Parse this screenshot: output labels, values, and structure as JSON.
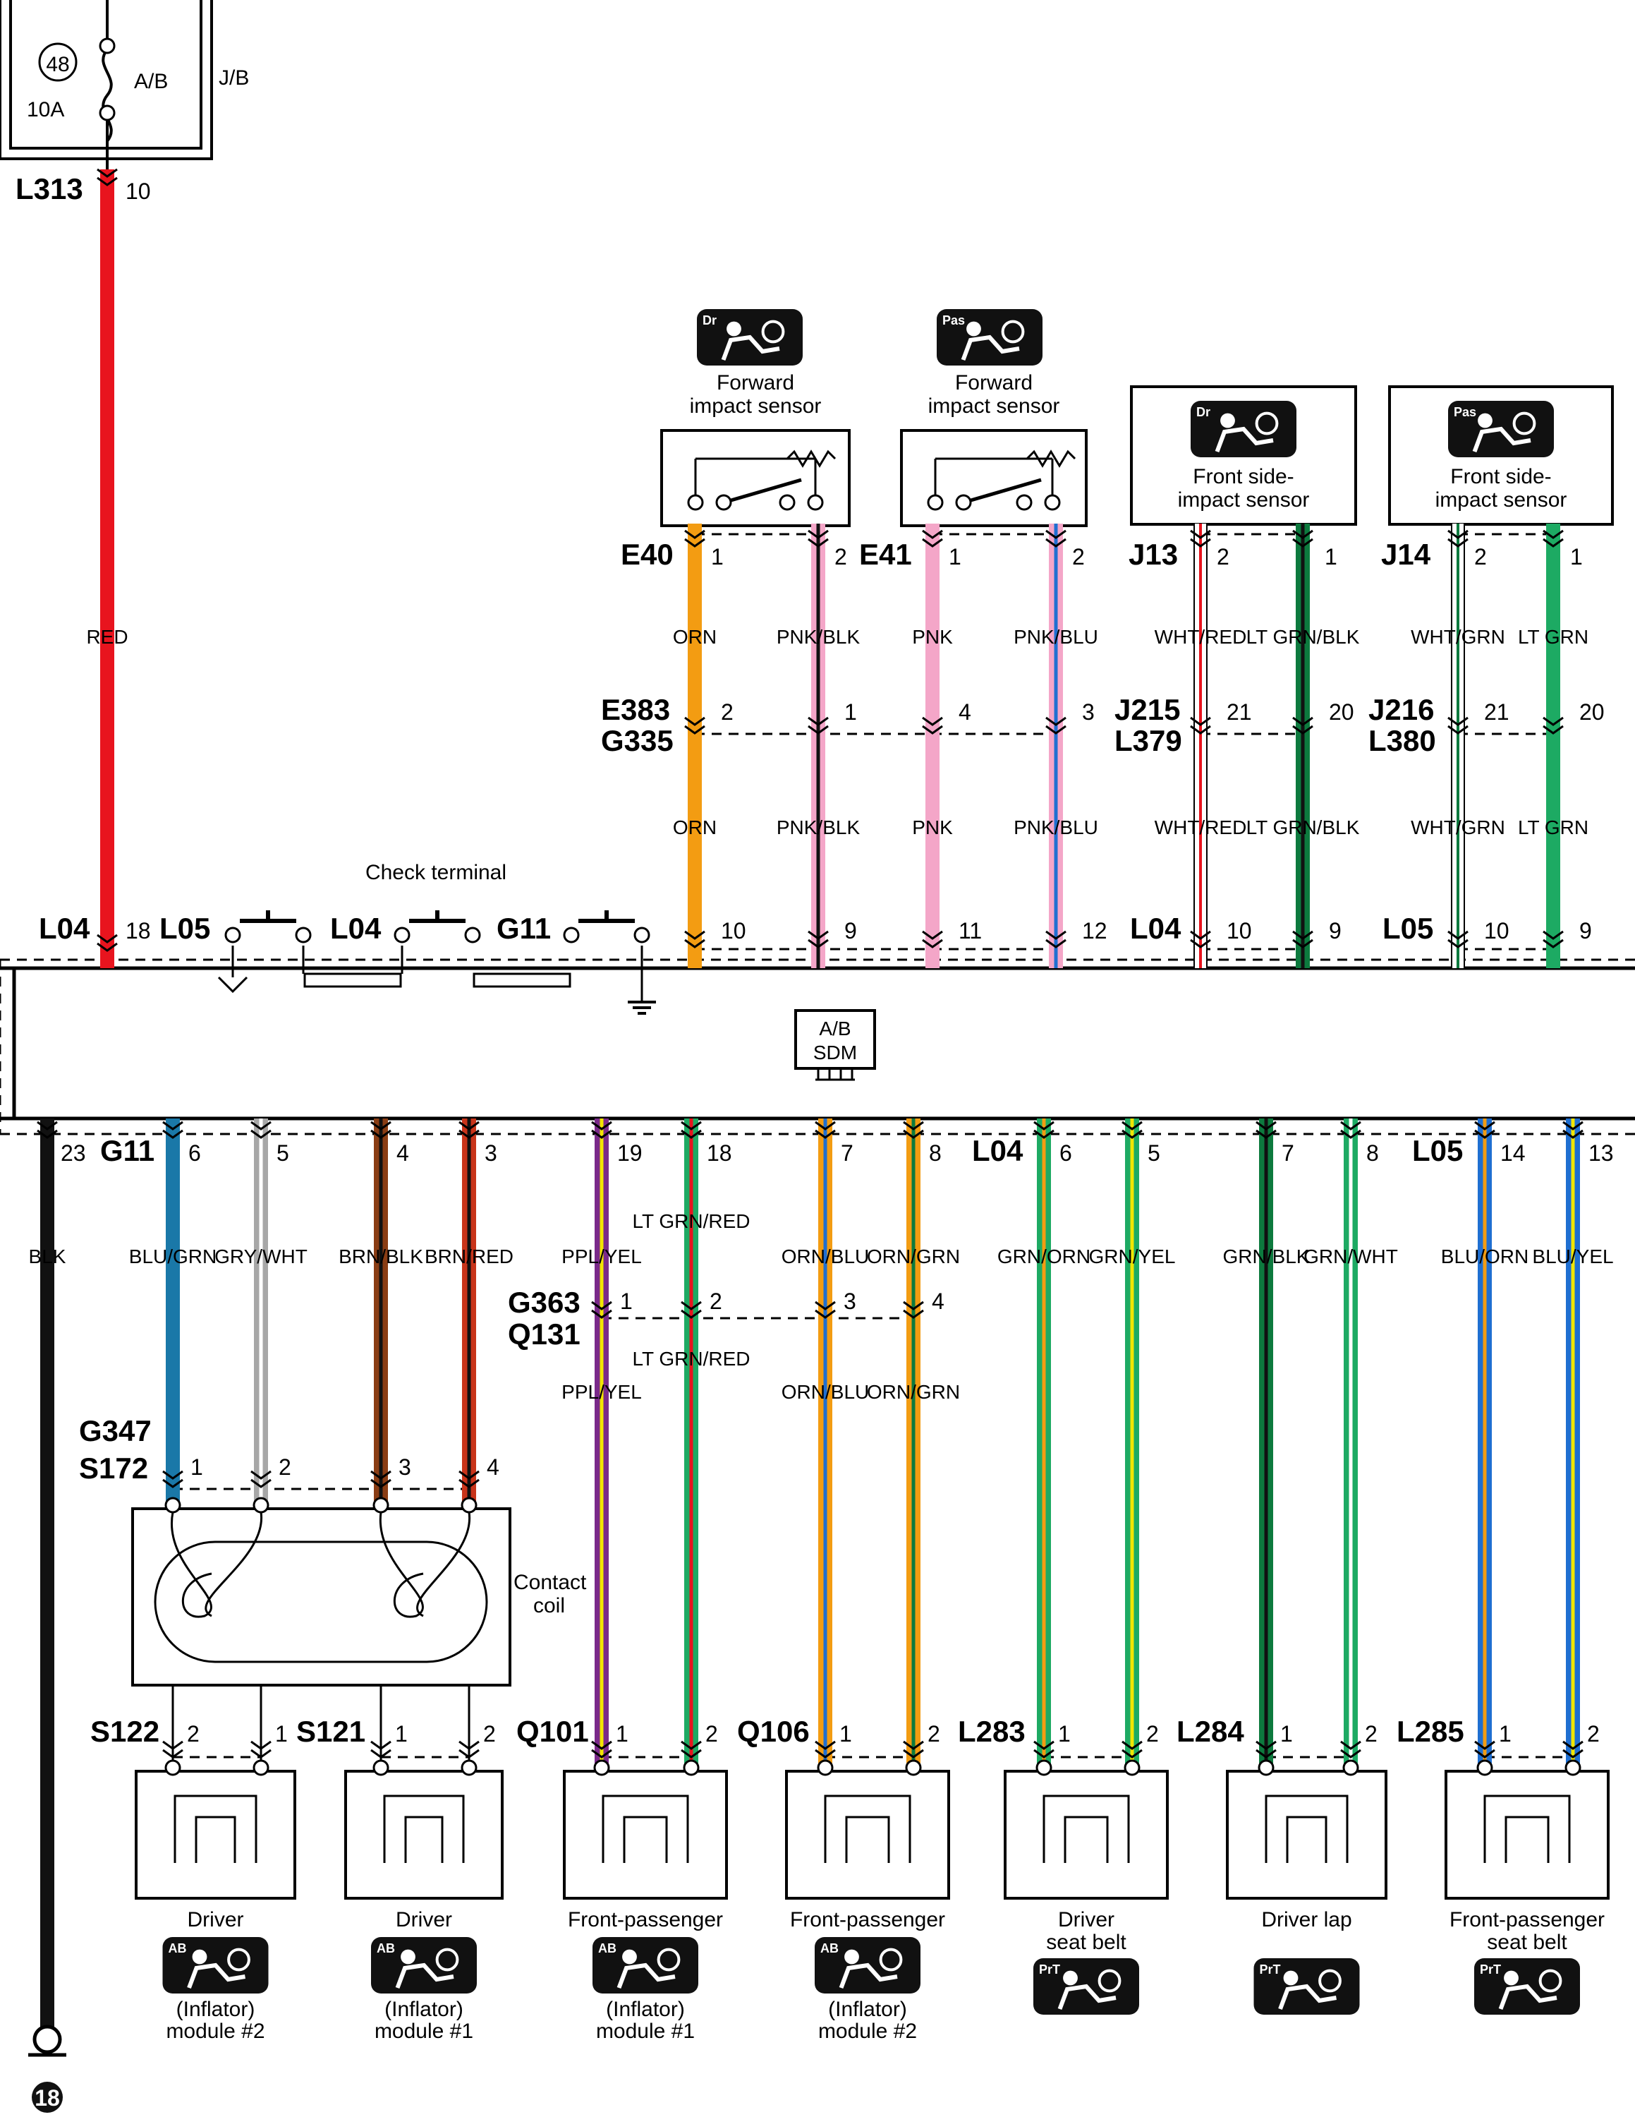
{
  "fuse": {
    "number": "48",
    "rating": "10A",
    "name": "A/B",
    "box": "J/B"
  },
  "feed": {
    "connector": "L313",
    "pin": "10",
    "color": "RED",
    "color_hex": "#e8141e"
  },
  "colors": {
    "red": "#e8141e",
    "orange": "#f39c12",
    "pink": "#f4a6c8",
    "blue": "#1f6fd1",
    "green": "#1daa63",
    "dkgreen": "#0d7a3e",
    "brown": "#8a3d14",
    "rust": "#c8341a",
    "purple": "#7a2a8a",
    "yellow": "#f2e600",
    "gray": "#a7a7a7",
    "teal": "#1a78a8",
    "black": "#111111"
  },
  "check_terminal": {
    "label": "Check terminal",
    "connectors": [
      "L05",
      "L04",
      "G11"
    ]
  },
  "sdm": {
    "line1": "A/B",
    "line2": "SDM"
  },
  "sensors": [
    {
      "id": "fwd-dr",
      "title1": "Forward",
      "title2": "impact sensor",
      "badge": "Dr",
      "connector": "E40",
      "pins": [
        "1",
        "2"
      ]
    },
    {
      "id": "fwd-pas",
      "title1": "Forward",
      "title2": "impact sensor",
      "badge": "Pas",
      "connector": "E41",
      "pins": [
        "1",
        "2"
      ]
    },
    {
      "id": "side-dr",
      "title1": "Front side-",
      "title2": "impact sensor",
      "badge": "Dr",
      "connector": "J13",
      "pins": [
        "2",
        "1"
      ]
    },
    {
      "id": "side-pas",
      "title1": "Front side-",
      "title2": "impact sensor",
      "badge": "Pas",
      "connector": "J14",
      "pins": [
        "2",
        "1"
      ]
    }
  ],
  "top_wires": [
    {
      "top_color": "ORN",
      "mid_pin": "2",
      "bottom_color": "ORN",
      "sdm_pin": "10"
    },
    {
      "top_color": "PNK/BLK",
      "mid_pin": "1",
      "bottom_color": "PNK/BLK",
      "sdm_pin": "9"
    },
    {
      "top_color": "PNK",
      "mid_pin": "4",
      "bottom_color": "PNK",
      "sdm_pin": "11"
    },
    {
      "top_color": "PNK/BLU",
      "mid_pin": "3",
      "bottom_color": "PNK/BLU",
      "sdm_pin": "12"
    },
    {
      "top_color": "WHT/RED",
      "mid_pin": "21",
      "bottom_color": "WHT/RED",
      "sdm_pin": "10"
    },
    {
      "top_color": "LT GRN/BLK",
      "mid_pin": "20",
      "bottom_color": "LT GRN/BLK",
      "sdm_pin": "9"
    },
    {
      "top_color": "WHT/GRN",
      "mid_pin": "21",
      "bottom_color": "WHT/GRN",
      "sdm_pin": "10"
    },
    {
      "top_color": "LT GRN",
      "mid_pin": "20",
      "bottom_color": "LT GRN",
      "sdm_pin": "9"
    }
  ],
  "mid_connectors": [
    {
      "line1": "E383",
      "line2": "G335"
    },
    {
      "line1": "J215",
      "line2": "L379"
    },
    {
      "line1": "J216",
      "line2": "L380"
    }
  ],
  "sdm_top": {
    "feed_conn": "L04",
    "feed_pin": "18",
    "c_l04": "L04",
    "c_l05": "L05"
  },
  "sdm_bottom": {
    "gnd_pin": "23",
    "gnd_color": "BLK",
    "g11": "G11",
    "l04": "L04",
    "l05": "L05",
    "pins": [
      "6",
      "5",
      "4",
      "3",
      "19",
      "18",
      "7",
      "8",
      "6",
      "5",
      "7",
      "8",
      "14",
      "13"
    ],
    "colors": [
      "BLU/GRN",
      "GRY/WHT",
      "BRN/BLK",
      "BRN/RED",
      "PPL/YEL",
      "LT GRN/RED",
      "ORN/BLU",
      "ORN/GRN",
      "GRN/ORN",
      "GRN/YEL",
      "GRN/BLK",
      "GRN/WHT",
      "BLU/ORN",
      "BLU/YEL"
    ]
  },
  "g363": {
    "line1": "G363",
    "line2": "Q131",
    "pins": [
      "1",
      "2",
      "3",
      "4"
    ],
    "upper_label": "LT GRN/RED",
    "lower_label": "LT GRN/RED",
    "below": [
      "PPL/YEL",
      "ORN/BLU",
      "ORN/GRN"
    ]
  },
  "g347": {
    "line1": "G347",
    "line2": "S172",
    "pins": [
      "1",
      "2",
      "3",
      "4"
    ]
  },
  "contact_coil": {
    "line1": "Contact",
    "line2": "coil"
  },
  "modules": [
    {
      "conn": "S122",
      "pins": [
        "2",
        "1"
      ],
      "name1": "Driver",
      "name2": "(Inflator)",
      "name3": "module #2",
      "badge": "AB"
    },
    {
      "conn": "S121",
      "pins": [
        "1",
        "2"
      ],
      "name1": "Driver",
      "name2": "(Inflator)",
      "name3": "module #1",
      "badge": "AB"
    },
    {
      "conn": "Q101",
      "pins": [
        "1",
        "2"
      ],
      "name1": "Front-passenger",
      "name2": "(Inflator)",
      "name3": "module #1",
      "badge": "AB"
    },
    {
      "conn": "Q106",
      "pins": [
        "1",
        "2"
      ],
      "name1": "Front-passenger",
      "name2": "(Inflator)",
      "name3": "module #2",
      "badge": "AB"
    },
    {
      "conn": "L283",
      "pins": [
        "1",
        "2"
      ],
      "name1": "Driver",
      "name2": "seat belt",
      "name3": "",
      "badge": "PrT"
    },
    {
      "conn": "L284",
      "pins": [
        "1",
        "2"
      ],
      "name1": "Driver lap",
      "name2": "",
      "name3": "",
      "badge": "PrT"
    },
    {
      "conn": "L285",
      "pins": [
        "1",
        "2"
      ],
      "name1": "Front-passenger",
      "name2": "seat belt",
      "name3": "",
      "badge": "PrT"
    }
  ],
  "ground": {
    "label": "18"
  }
}
